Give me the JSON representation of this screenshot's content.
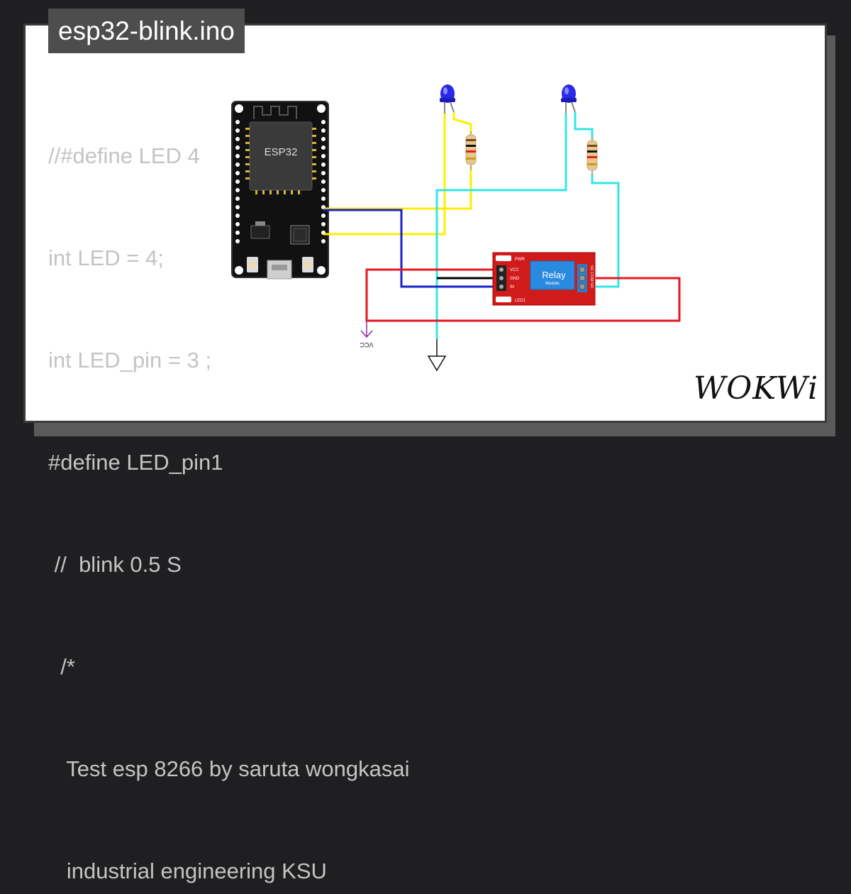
{
  "project": {
    "filename": "esp32-blink.ino"
  },
  "code_lines": [
    "//#define LED 4",
    "int LED = 4;",
    "int LED_pin = 3 ;",
    "#define LED_pin1",
    " //  blink 0.5 S",
    "  /*",
    "   Test esp 8266 by saruta wongkasai",
    "   industrial engineering KSU"
  ],
  "board": {
    "label": "ESP32"
  },
  "relay": {
    "label": "Relay",
    "sublabel": "Module",
    "pins": [
      "VCC",
      "GND",
      "IN"
    ],
    "indicators": [
      "PWR",
      "LED1"
    ],
    "terminals": "NC COM NO"
  },
  "vcc_label": "VCC",
  "brand": "WOKWi",
  "colors": {
    "yellow_wire": "#ffee00",
    "cyan_wire": "#33e6e6",
    "red_wire": "#e8161e",
    "blue_wire": "#1822c8",
    "led_blue": "#2a2ae8",
    "relay_red": "#d11a1a",
    "relay_blue": "#2a8ae0"
  }
}
